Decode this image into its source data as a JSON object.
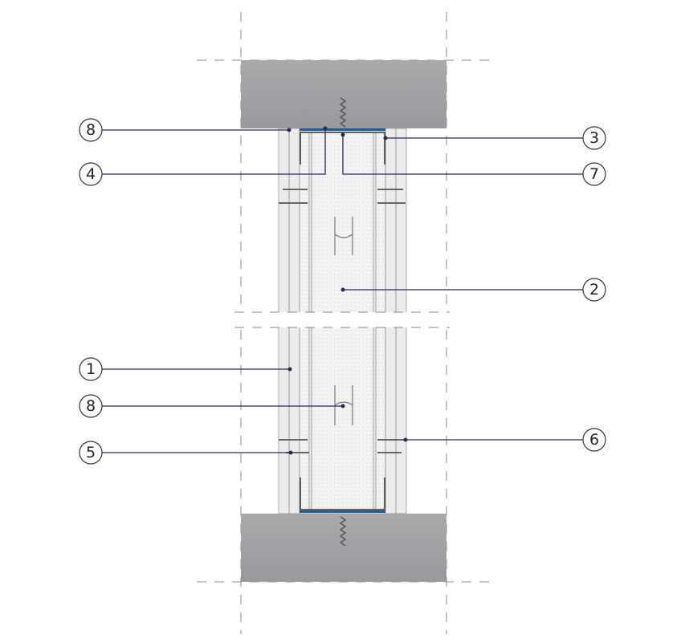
{
  "callouts_left": [
    {
      "label": "8"
    },
    {
      "label": "4"
    },
    {
      "label": "1"
    },
    {
      "label": "8"
    },
    {
      "label": "5"
    }
  ],
  "callouts_right": [
    {
      "label": "3"
    },
    {
      "label": "7"
    },
    {
      "label": "2"
    },
    {
      "label": "6"
    }
  ],
  "colors": {
    "slab": "#a5a6a8",
    "board": "#ececec",
    "track_seal": "#1f5a9a",
    "leader": "#2b2955"
  }
}
